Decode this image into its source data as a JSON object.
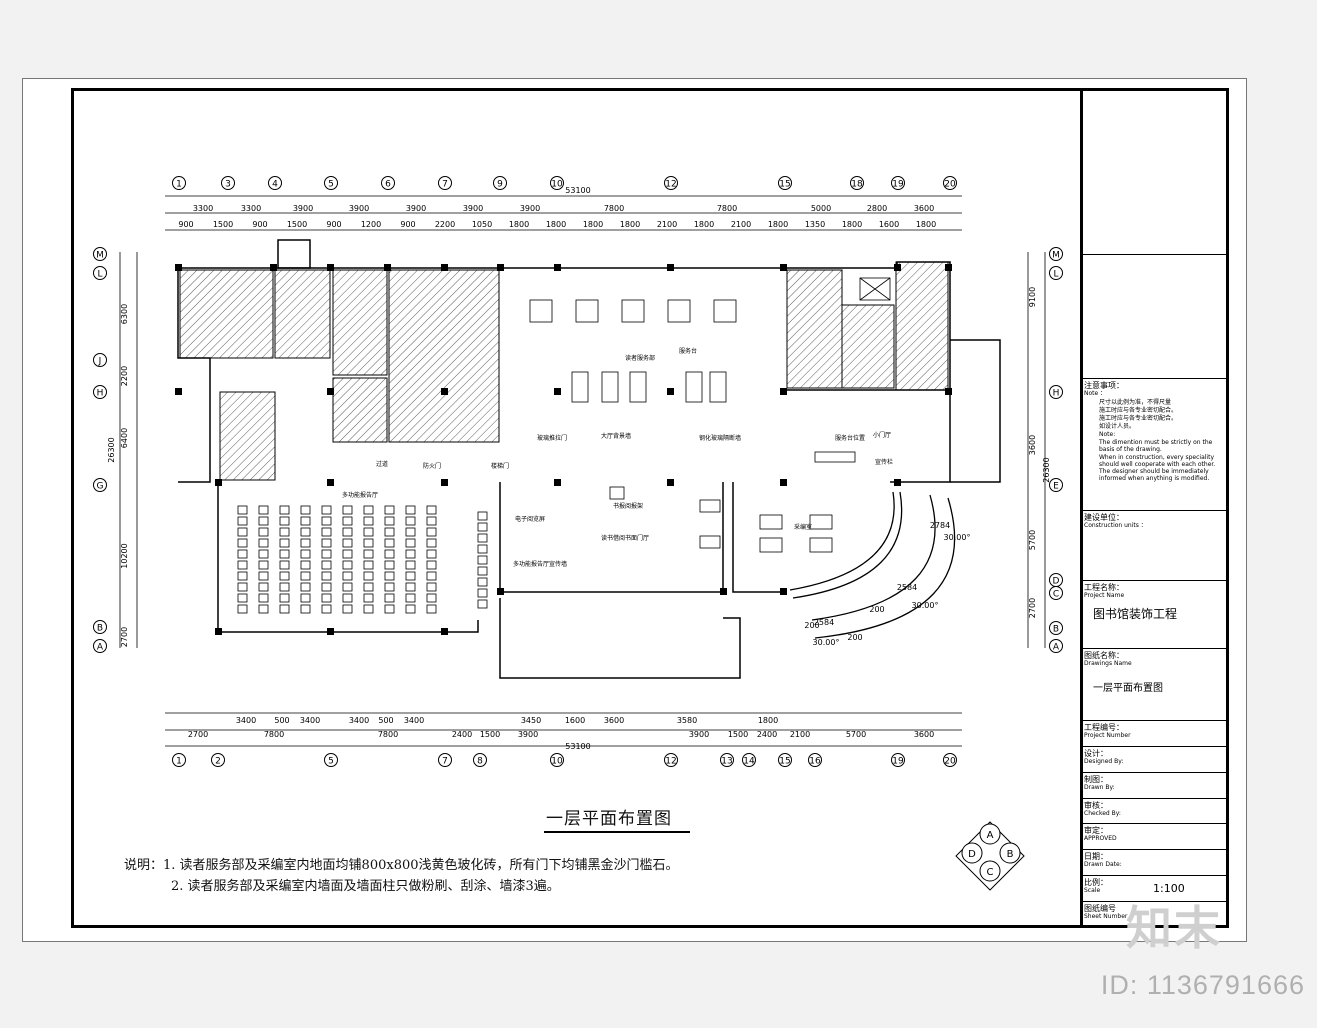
{
  "drawing": {
    "title": "一层平面布置图",
    "notes_label": "说明：",
    "note_1": "1. 读者服务部及采编室内地面均铺800x800浅黄色玻化砖，所有门下均铺黑金沙门槛石。",
    "note_2": "2. 读者服务部及采编室内墙面及墙面柱只做粉刷、刮涂、墙漆3遍。"
  },
  "plan": {
    "axis_top": [
      "1",
      "3",
      "4",
      "5",
      "6",
      "7",
      "9",
      "10",
      "12",
      "15",
      "18",
      "19",
      "20"
    ],
    "axis_bottom": [
      "1",
      "2",
      "5",
      "7",
      "8",
      "10",
      "12",
      "13",
      "14",
      "15",
      "16",
      "19",
      "20"
    ],
    "axis_left": [
      "M",
      "L",
      "J",
      "H",
      "G",
      "B",
      "A"
    ],
    "axis_right": [
      "M",
      "L",
      "H",
      "E",
      "D",
      "C",
      "B",
      "A"
    ],
    "dims_top_overall": "53100",
    "dims_top_row1": [
      "3300",
      "3300",
      "3900",
      "3900",
      "3900",
      "3900",
      "3900",
      "7800",
      "7800",
      "5000",
      "2800",
      "3600"
    ],
    "dims_top_row2": [
      "900",
      "1500",
      "900",
      "1500",
      "900",
      "1200",
      "900",
      "2200",
      "1050",
      "1800",
      "1800",
      "1800",
      "1800",
      "2100",
      "1800",
      "2100",
      "1800",
      "1350",
      "1800",
      "1600",
      "1800"
    ],
    "dims_bottom_overall": "53100",
    "dims_bottom_row1": [
      "2700",
      "7800",
      "7800",
      "2400",
      "1500",
      "3900",
      "3900",
      "1500",
      "2400",
      "2100",
      "5700",
      "3600"
    ],
    "dims_bottom_row2": [
      "3400",
      "500",
      "3400",
      "3400",
      "500",
      "3400",
      "3450",
      "1600",
      "3600",
      "3580",
      "1800"
    ],
    "dims_left": [
      "6300",
      "2200",
      "6400",
      "10200",
      "2700"
    ],
    "dims_left_total": "26300",
    "dims_right": [
      "9100",
      "3600",
      "5700",
      "2700"
    ],
    "dims_right_total": "26300",
    "arc_labels": [
      "30.00°",
      "30.00°",
      "30.00°"
    ],
    "arc_dims": [
      "2584",
      "2584",
      "2784",
      "200",
      "200",
      "200"
    ],
    "room_labels": {
      "reader_service": "读者服务部",
      "service_desk": "服务台",
      "small_lobby": "小门厅",
      "service_counter": "服务台位置",
      "corridor": "过道",
      "multi_hall": "多功能报告厅",
      "lobby": "读书借阅书面门厅",
      "editing": "采编室",
      "e_display": "电子阅览屏",
      "newspaper": "书报阅报架",
      "fire_door": "防火门",
      "stair_door": "楼梯门",
      "glass_door": "玻璃推拉门",
      "display_wall": "大厅背景墙",
      "info_wall": "钢化玻璃隔断墙",
      "notice_wall": "宣传栏",
      "multi_notice": "多功能报告厅宣传墙"
    },
    "north_symbol": [
      "A",
      "B",
      "C",
      "D"
    ]
  },
  "title_block": {
    "notes_title": "注意事项：",
    "notes_title_en": "Note ：",
    "notes_cn": [
      "尺寸以此例为准，不得尺量",
      "施工时应与各专业密切配合。",
      "施工时应与各专业密切配合。",
      "如设计人员。"
    ],
    "notes_en": [
      "Note:",
      "The dimention must be strictly on the basis of the drawing.",
      "When in construction, every speciality should well cooperate with each other. The designer should be immediately informed when anything is modified."
    ],
    "client_label": "建设单位：",
    "client_label_en": "Construction units ：",
    "project_label": "工程名称：",
    "project_label_en": "Project Name",
    "project_name": "图书馆装饰工程",
    "drawing_label": "图纸名称：",
    "drawing_label_en": "Drawings  Name",
    "drawing_name": "一层平面布置图",
    "project_no_label": "工程编号：",
    "project_no_label_en": "Project Number",
    "design_label": "设计：",
    "design_label_en": "Designed By:",
    "drawn_label": "制图：",
    "drawn_label_en": "Drawn By:",
    "checked_label": "审核：",
    "checked_label_en": "Checked By:",
    "approved_label": "审定：",
    "approved_label_en": "APPROVED",
    "date_label": "日期：",
    "date_label_en": "Drawn Date:",
    "scale_label": "比例：",
    "scale_label_en": "Scale",
    "scale_value": "1:100",
    "sheet_label": "图纸编号",
    "sheet_label_en": "Sheet Number"
  },
  "watermark": {
    "id": "ID: 1136791666",
    "logo": "知末"
  }
}
